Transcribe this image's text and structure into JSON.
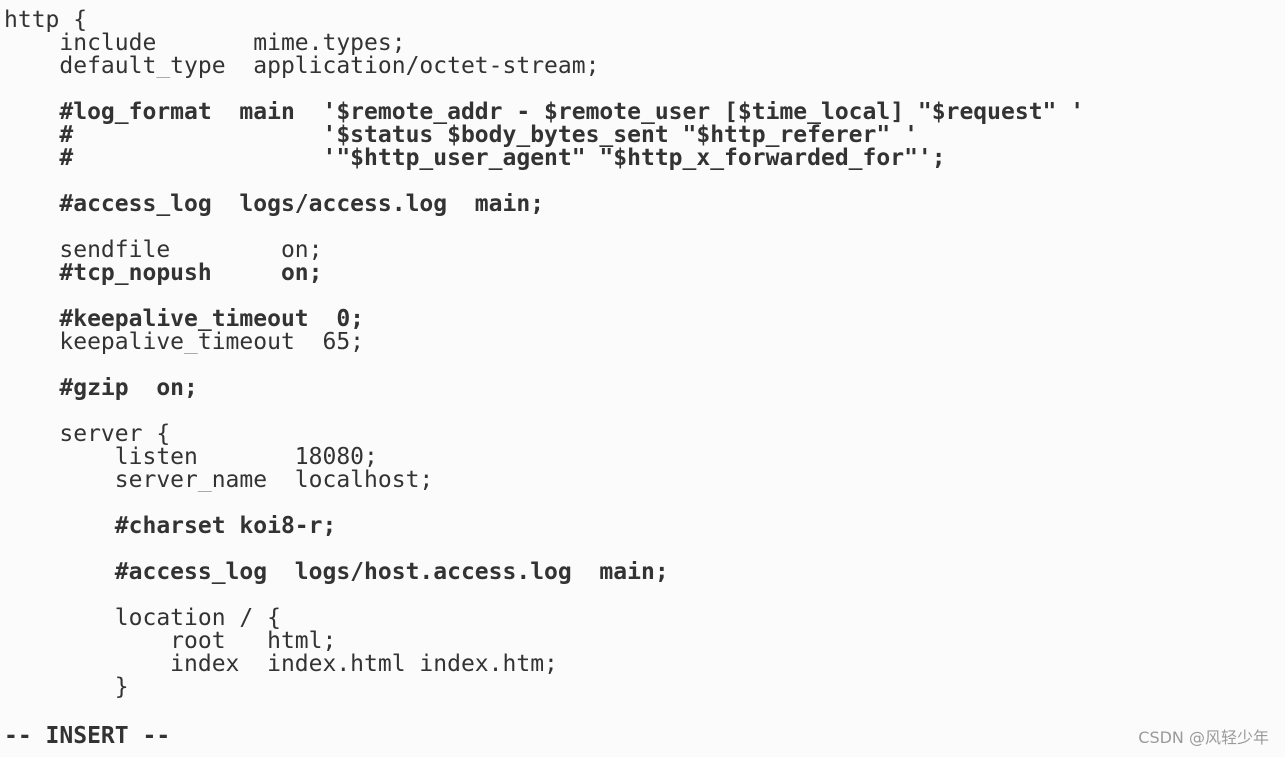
{
  "editor": {
    "lines": [
      {
        "text": "http {",
        "comment": false
      },
      {
        "text": "    include       mime.types;",
        "comment": false
      },
      {
        "text": "    default_type  application/octet-stream;",
        "comment": false
      },
      {
        "text": "",
        "comment": false
      },
      {
        "text": "    #log_format  main  '$remote_addr - $remote_user [$time_local] \"$request\" '",
        "comment": true
      },
      {
        "text": "    #                  '$status $body_bytes_sent \"$http_referer\" '",
        "comment": true
      },
      {
        "text": "    #                  '\"$http_user_agent\" \"$http_x_forwarded_for\"';",
        "comment": true
      },
      {
        "text": "",
        "comment": false
      },
      {
        "text": "    #access_log  logs/access.log  main;",
        "comment": true
      },
      {
        "text": "",
        "comment": false
      },
      {
        "text": "    sendfile        on;",
        "comment": false
      },
      {
        "text": "    #tcp_nopush     on;",
        "comment": true
      },
      {
        "text": "",
        "comment": false
      },
      {
        "text": "    #keepalive_timeout  0;",
        "comment": true
      },
      {
        "text": "    keepalive_timeout  65;",
        "comment": false
      },
      {
        "text": "",
        "comment": false
      },
      {
        "text": "    #gzip  on;",
        "comment": true
      },
      {
        "text": "",
        "comment": false
      },
      {
        "text": "    server {",
        "comment": false
      },
      {
        "text": "        listen       18080;",
        "comment": false
      },
      {
        "text": "        server_name  localhost;",
        "comment": false
      },
      {
        "text": "",
        "comment": false
      },
      {
        "text": "        #charset koi8-r;",
        "comment": true
      },
      {
        "text": "",
        "comment": false
      },
      {
        "text": "        #access_log  logs/host.access.log  main;",
        "comment": true
      },
      {
        "text": "",
        "comment": false
      },
      {
        "text": "        location / {",
        "comment": false
      },
      {
        "text": "            root   html;",
        "comment": false
      },
      {
        "text": "            index  index.html index.htm;",
        "comment": false
      },
      {
        "text": "        }",
        "comment": false
      }
    ]
  },
  "status": {
    "mode": "-- INSERT --"
  },
  "watermark": {
    "text": "CSDN @风轻少年"
  },
  "colors": {
    "background": "#fbfbfb",
    "text": "#333333",
    "watermark": "#9a9a9a"
  }
}
